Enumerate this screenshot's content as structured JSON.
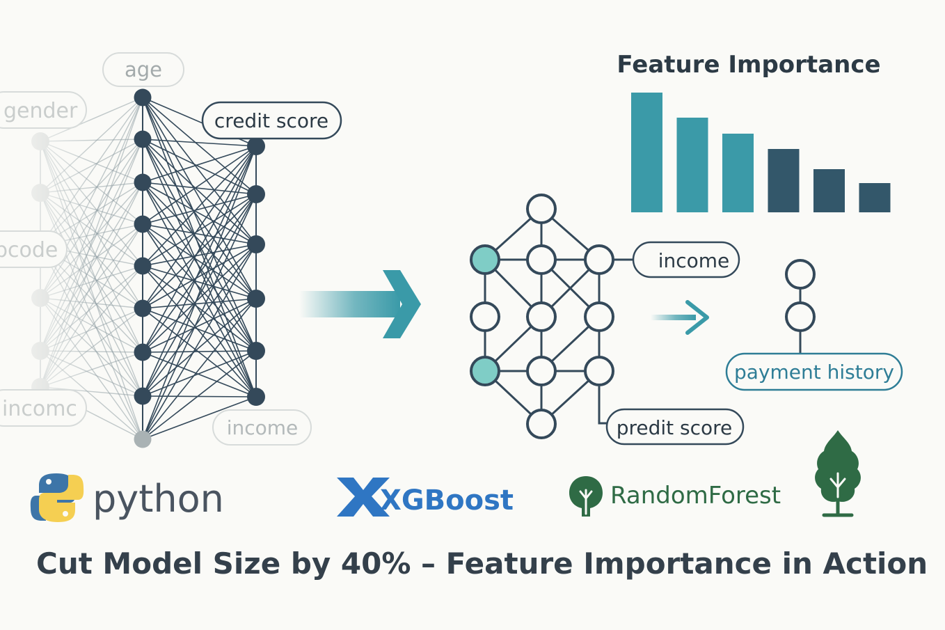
{
  "network": {
    "input_labels": [
      "gender",
      "pcode",
      "incomc"
    ],
    "top_label": "age",
    "output_labels": [
      "credit score",
      "income"
    ]
  },
  "pruned_network": {
    "labels": [
      "income",
      "predit score"
    ]
  },
  "small_network": {
    "label": "payment history"
  },
  "feature_importance": {
    "title": "Feature Importance",
    "colors": [
      "#3b9aa8",
      "#3b9aa8",
      "#3b9aa8",
      "#33576a",
      "#33576a",
      "#33576a"
    ]
  },
  "chart_data": {
    "type": "bar",
    "title": "Feature Importance",
    "categories": [],
    "values": [
      172,
      136,
      113,
      91,
      62,
      42
    ],
    "xlabel": "",
    "ylabel": "",
    "grid": false,
    "legend": "none"
  },
  "logos": {
    "python": "python",
    "xgboost": "XGBoost",
    "randomforest": "RandomForest"
  },
  "headline": "Cut Model Size by 40% – Feature Importance in Action",
  "colors": {
    "dark": "#34495a",
    "teal": "#3a9aa8",
    "teal_light": "#7fcdc6",
    "faded": "#c9cdcc",
    "text_dark": "#2c3a45",
    "python_blue": "#3d75a8",
    "python_yellow": "#f5cf52",
    "xgboost_blue": "#2f76c3",
    "forest_green": "#2f6b45"
  }
}
